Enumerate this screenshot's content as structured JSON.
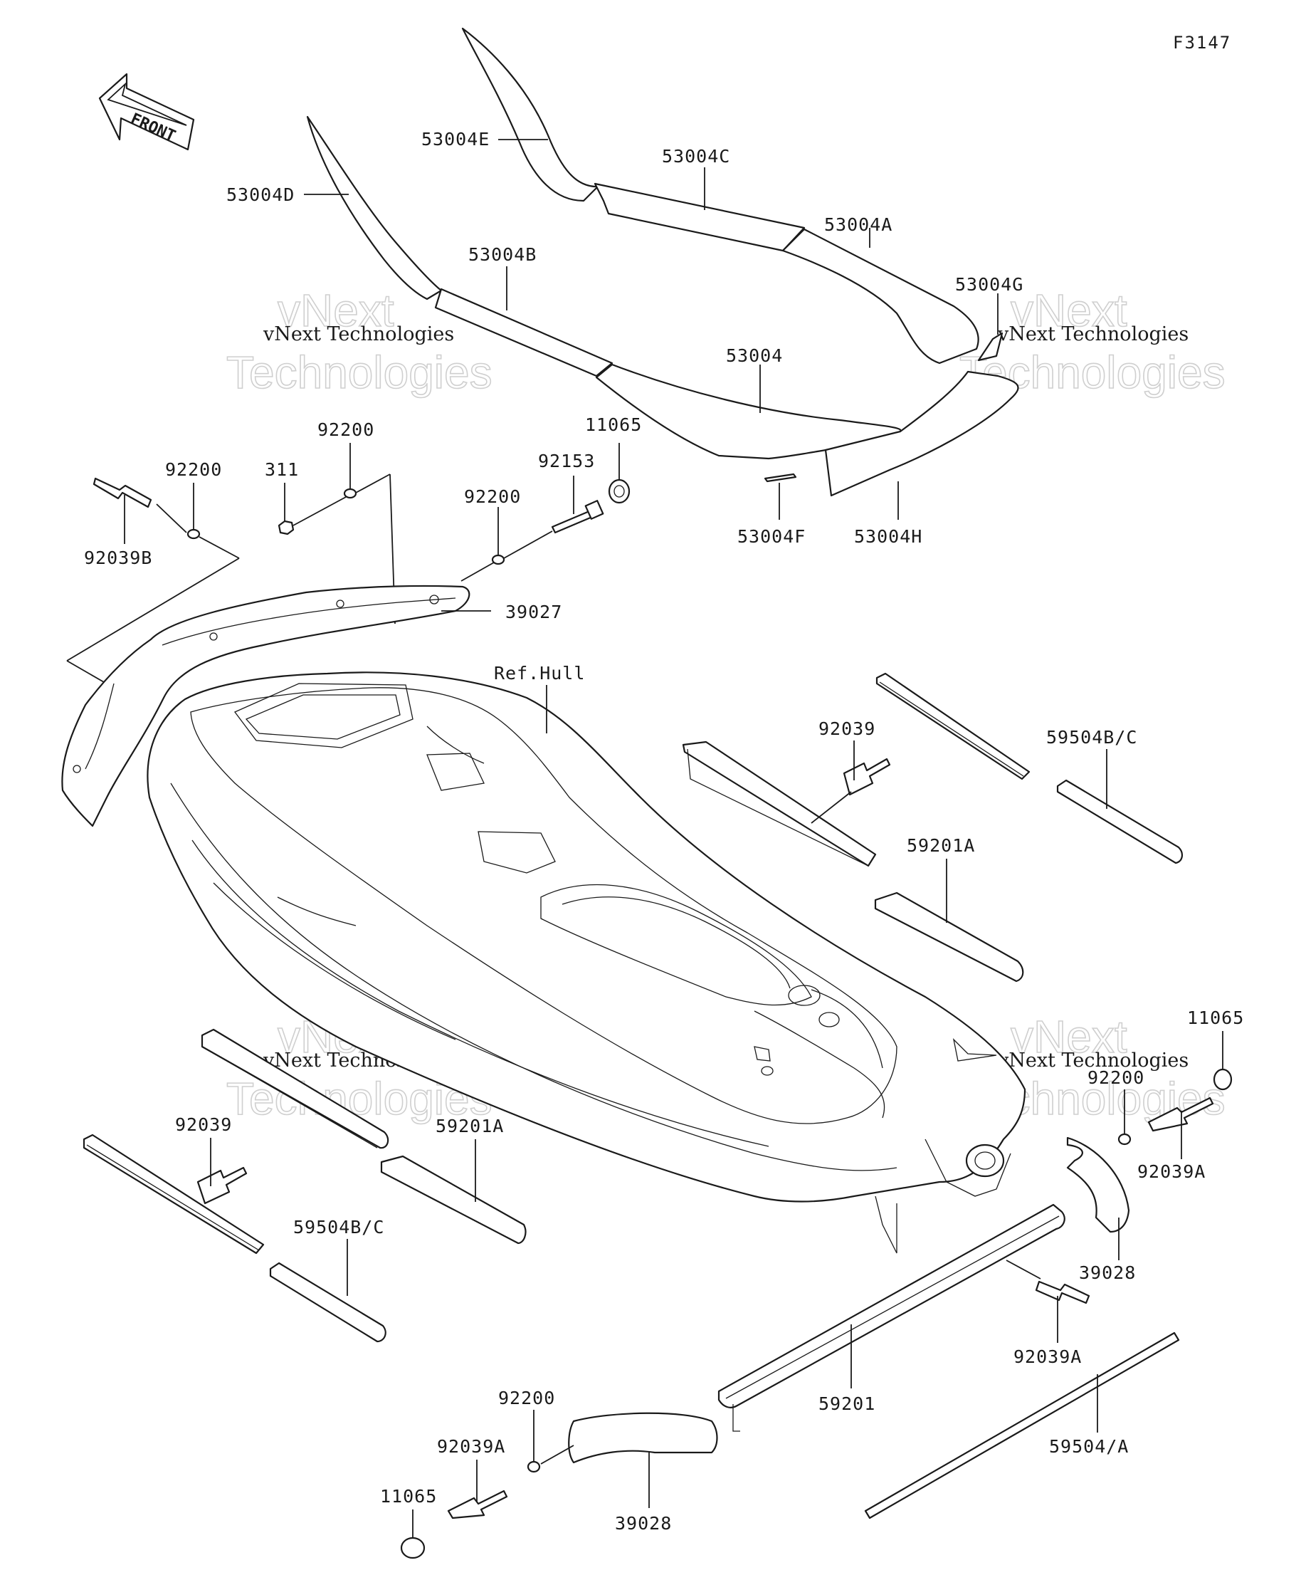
{
  "figure_code": "F3147",
  "front_label": "FRONT",
  "watermark": {
    "logo_line1": "vNext",
    "logo_line2": "Technologies",
    "caption": "vNext Technologies"
  },
  "labels": {
    "p53004E": "53004E",
    "p53004C": "53004C",
    "p53004A": "53004A",
    "p53004D": "53004D",
    "p53004B": "53004B",
    "p53004G": "53004G",
    "p53004": "53004",
    "p11065_top": "11065",
    "p92200_a": "92200",
    "p92200_b": "92200",
    "p311": "311",
    "p92153": "92153",
    "p92200_c": "92200",
    "p53004F": "53004F",
    "p53004H": "53004H",
    "p92039B": "92039B",
    "p39027": "39027",
    "ref_hull": "Ref.Hull",
    "p92039_r": "92039",
    "p59504BC_r": "59504B/C",
    "p59201A_r": "59201A",
    "p11065_r": "11065",
    "p92200_r": "92200",
    "p92039A_r": "92039A",
    "p92039_l": "92039",
    "p59201A_l": "59201A",
    "p59504BC_l": "59504B/C",
    "p39028_r": "39028",
    "p92039A_b": "92039A",
    "p92200_b2": "92200",
    "p92039A_bl": "92039A",
    "p11065_bl": "11065",
    "p59201": "59201",
    "p59504A": "59504/A",
    "p39028_b": "39028"
  }
}
